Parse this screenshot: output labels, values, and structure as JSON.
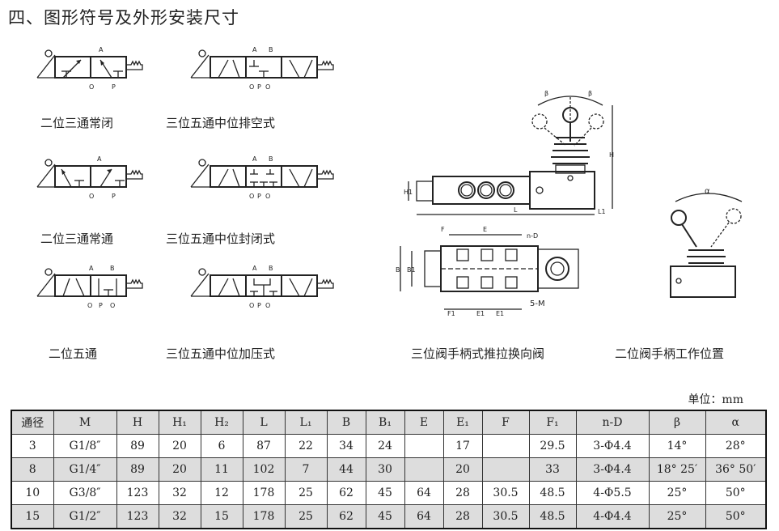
{
  "page": {
    "title": "四、图形符号及外形安装尺寸",
    "unit_label": "单位：mm"
  },
  "symbols": [
    {
      "caption": "二位三通常闭",
      "ports_top": [
        "A"
      ],
      "ports_bottom": [
        "O",
        "P"
      ]
    },
    {
      "caption": "三位五通中位排空式",
      "ports_top": [
        "A",
        "B"
      ],
      "ports_bottom": [
        "O",
        "P",
        "O"
      ]
    },
    {
      "caption": "二位三通常通",
      "ports_top": [
        "A"
      ],
      "ports_bottom": [
        "O",
        "P"
      ]
    },
    {
      "caption": "三位五通中位封闭式",
      "ports_top": [
        "A",
        "B"
      ],
      "ports_bottom": [
        "O",
        "P",
        "O"
      ]
    },
    {
      "caption": "二位五通",
      "ports_top": [
        "A",
        "B"
      ],
      "ports_bottom": [
        "O",
        "P",
        "O"
      ]
    },
    {
      "caption": "三位五通中位加压式",
      "ports_top": [
        "A",
        "B"
      ],
      "ports_bottom": [
        "O",
        "P",
        "O"
      ]
    }
  ],
  "drawings": {
    "main_caption": "三位阀手柄式推拉换向阀",
    "side_caption": "二位阀手柄工作位置",
    "labels": {
      "beta": "β",
      "alpha": "α",
      "H": "H",
      "H1": "H1",
      "L": "L",
      "L1": "L1",
      "B": "B",
      "B1": "B1",
      "F": "F",
      "E": "E",
      "E1": "E1",
      "F1": "F1",
      "nD": "n-D",
      "M": "5-M"
    }
  },
  "table": {
    "headers": [
      "通径",
      "M",
      "H",
      "H₁",
      "H₂",
      "L",
      "L₁",
      "B",
      "B₁",
      "E",
      "E₁",
      "F",
      "F₁",
      "n-D",
      "β",
      "α"
    ],
    "rows": [
      [
        "3",
        "G1/8″",
        "89",
        "20",
        "6",
        "87",
        "22",
        "34",
        "24",
        "",
        "17",
        "",
        "29.5",
        "3-Φ4.4",
        "14°",
        "28°"
      ],
      [
        "8",
        "G1/4″",
        "89",
        "20",
        "11",
        "102",
        "7",
        "44",
        "30",
        "",
        "20",
        "",
        "33",
        "3-Φ4.4",
        "18° 25′",
        "36° 50′"
      ],
      [
        "10",
        "G3/8″",
        "123",
        "32",
        "12",
        "178",
        "25",
        "62",
        "45",
        "64",
        "28",
        "30.5",
        "48.5",
        "4-Φ5.5",
        "25°",
        "50°"
      ],
      [
        "15",
        "G1/2″",
        "123",
        "32",
        "15",
        "178",
        "25",
        "62",
        "45",
        "64",
        "28",
        "30.5",
        "48.5",
        "4-Φ4.4",
        "25°",
        "50°"
      ]
    ]
  }
}
